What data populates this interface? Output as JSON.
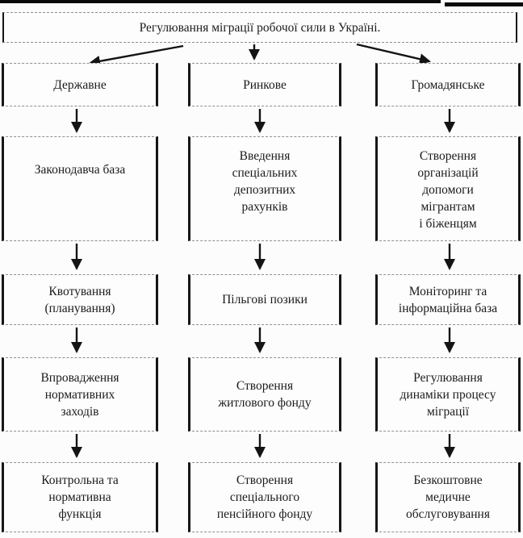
{
  "title": "Регулювання міграції робочої сили в Україні.",
  "columns": [
    {
      "header": "Державне",
      "boxes": [
        "Законодавча база",
        "Квотування\n(планування)",
        "Впровадження\nнормативних\nзаходів",
        "Контрольна та\nнормативна\nфункція"
      ]
    },
    {
      "header": "Ринкове",
      "boxes": [
        "Введення\nспеціальних\nдепозитних\nрахунків",
        "Пільгові позики",
        "Створення\nжитлового фонду",
        "Створення\nспеціального\nпенсійного фонду"
      ]
    },
    {
      "header": "Громадянське",
      "boxes": [
        "Створення\nорганізацій\nдопомоги\nмігрантам\nі біженцям",
        "Моніторинг та\nінформаційна база",
        "Регулювання\nдинаміки процесу\nміграції",
        "Безкоштовне\nмедичне\nобслуговування"
      ]
    }
  ],
  "colors": {
    "ink": "#141414",
    "border_side": "#161616",
    "border_dash": "#8f8f8f",
    "paper": "#fcfcfc"
  }
}
